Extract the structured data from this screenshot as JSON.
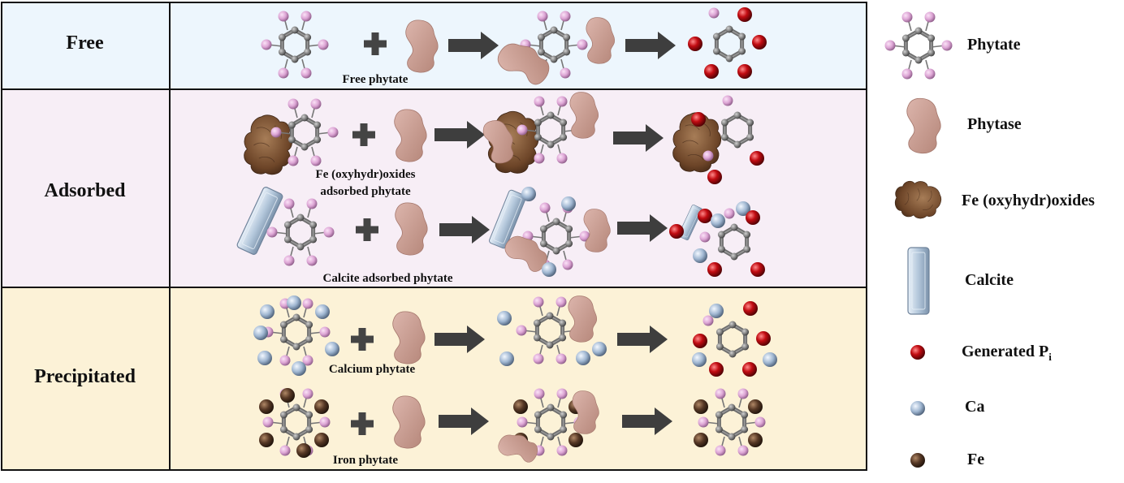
{
  "rows": [
    {
      "title": "Free"
    },
    {
      "title": "Adsorbed"
    },
    {
      "title": "Precipitated"
    }
  ],
  "captions": {
    "free": "Free phytate",
    "fe_line1": "Fe (oxyhydr)oxides",
    "fe_line2": "adsorbed phytate",
    "calcite": "Calcite adsorbed phytate",
    "calcium": "Calcium phytate",
    "iron": "Iron phytate"
  },
  "legend": {
    "phytate": "Phytate",
    "phytase": "Phytase",
    "fe_oxides": "Fe (oxyhydr)oxides",
    "calcite": "Calcite",
    "pi_main": "Generated P",
    "pi_sub": "i",
    "ca": "Ca",
    "fe": "Fe"
  },
  "colors": {
    "free_bg": "#edf6fd",
    "adsorbed_bg": "#f7eef6",
    "precip_bg": "#fcf2d7",
    "phytate_ball": "#d89ed0",
    "ring": "#6e6e6e",
    "phytase": "#c89c92",
    "fe_oxide": "#7a5233",
    "calcite": "#a9bdd1",
    "pi": "#b5080d",
    "ca": "#8ea8c6",
    "fe": "#4f3422",
    "arrow": "#3e3e3e"
  },
  "icons": [
    "phytate-molecule-icon",
    "phytase-enzyme-icon",
    "fe-oxide-cluster-icon",
    "calcite-crystal-icon",
    "phosphate-pi-icon",
    "calcium-ion-icon",
    "iron-ion-icon",
    "plus-icon",
    "reaction-arrow-icon"
  ]
}
